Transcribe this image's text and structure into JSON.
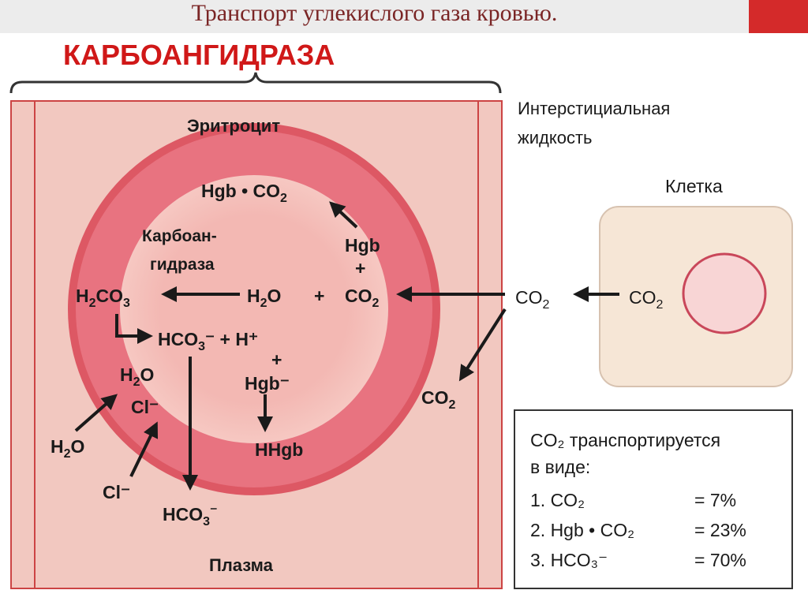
{
  "slide": {
    "title": "Транспорт углекислого газа кровью."
  },
  "diagram": {
    "header": "КАРБОАНГИДРАЗА",
    "erythrocyte_label": "Эритроцит",
    "plasma_label": "Плазма",
    "interstitial_label_line1": "Интерстициальная",
    "interstitial_label_line2": "жидкость",
    "cell_label": "Клетка",
    "enzyme_label_line1": "Карбоан-",
    "enzyme_label_line2": "гидраза",
    "hgb_co2": "Hgb • CO",
    "hgb": "Hgb",
    "plus": "+",
    "co2": "CO",
    "h2co3": "H",
    "h2o": "H",
    "hco3_h": "HCO",
    "hco3_tail": "⁻ + H⁺",
    "hgb_minus": "Hgb⁻",
    "hhgb": "HHgb",
    "h2o_cl_top": "H",
    "cl_minus": "Cl⁻",
    "h2o_left": "H",
    "cl_left": "Cl⁻",
    "hco3_plasma": "HCO",
    "co2_interstitial": "CO",
    "co2_cell": "CO",
    "co2_out": "CO"
  },
  "legend": {
    "title_line1": "CO₂ транспортируется",
    "title_line2": "в виде:",
    "items": [
      {
        "label": "1. CO₂",
        "value": "= 7%"
      },
      {
        "label": "2. Hgb • CO₂",
        "value": "= 23%"
      },
      {
        "label": "3. HCO₃⁻",
        "value": "= 70%"
      }
    ]
  },
  "colors": {
    "plasma_bg": "#f2c8c0",
    "cell_bg": "#f6e6d6",
    "rbc_outer": "#e0606a",
    "rbc_inner": "#f3b8b3",
    "header_red": "#d01818"
  }
}
